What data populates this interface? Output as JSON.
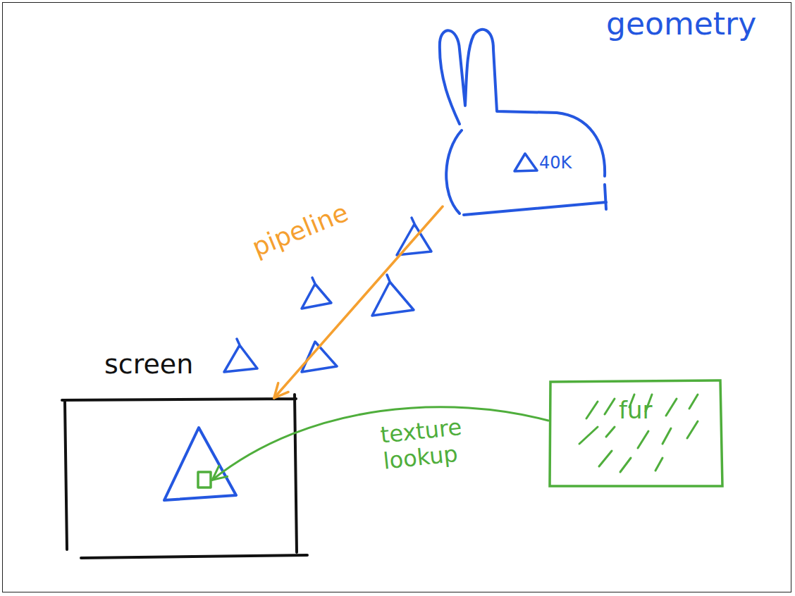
{
  "diagram": {
    "nodes": [
      {
        "text": [
          "geometry",
          "40K"
        ]
      },
      {
        "text": [
          "screen"
        ]
      },
      {
        "text": [
          "fur"
        ]
      }
    ],
    "edges": [
      {
        "from": 0,
        "to": 1,
        "label": "pipeline",
        "arrow": "to"
      },
      {
        "from": 2,
        "to": 1,
        "label": "texture lookup",
        "arrow": "to"
      }
    ]
  }
}
